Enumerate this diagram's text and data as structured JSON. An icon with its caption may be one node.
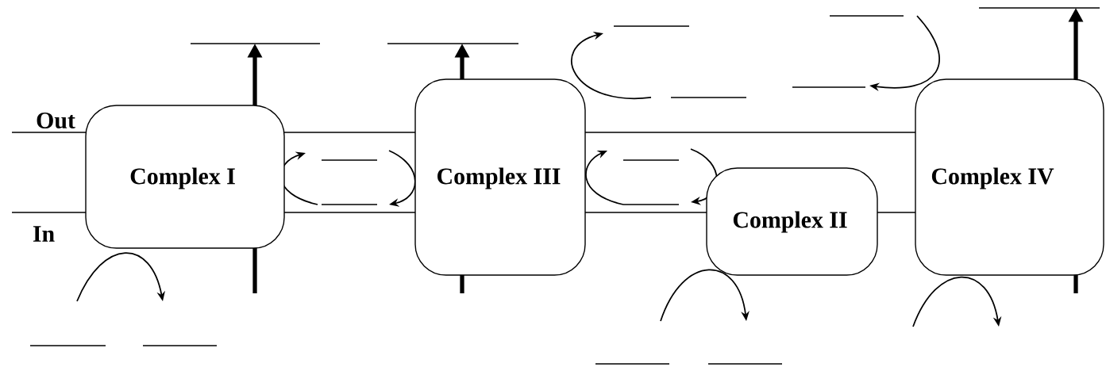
{
  "diagram": {
    "nodes": [
      {
        "text": [
          "Complex I"
        ]
      },
      {
        "text": [
          "Complex III"
        ]
      },
      {
        "text": [
          "Complex II"
        ]
      },
      {
        "text": [
          "Complex IV"
        ]
      }
    ],
    "labels": [
      "Out",
      "In"
    ]
  }
}
